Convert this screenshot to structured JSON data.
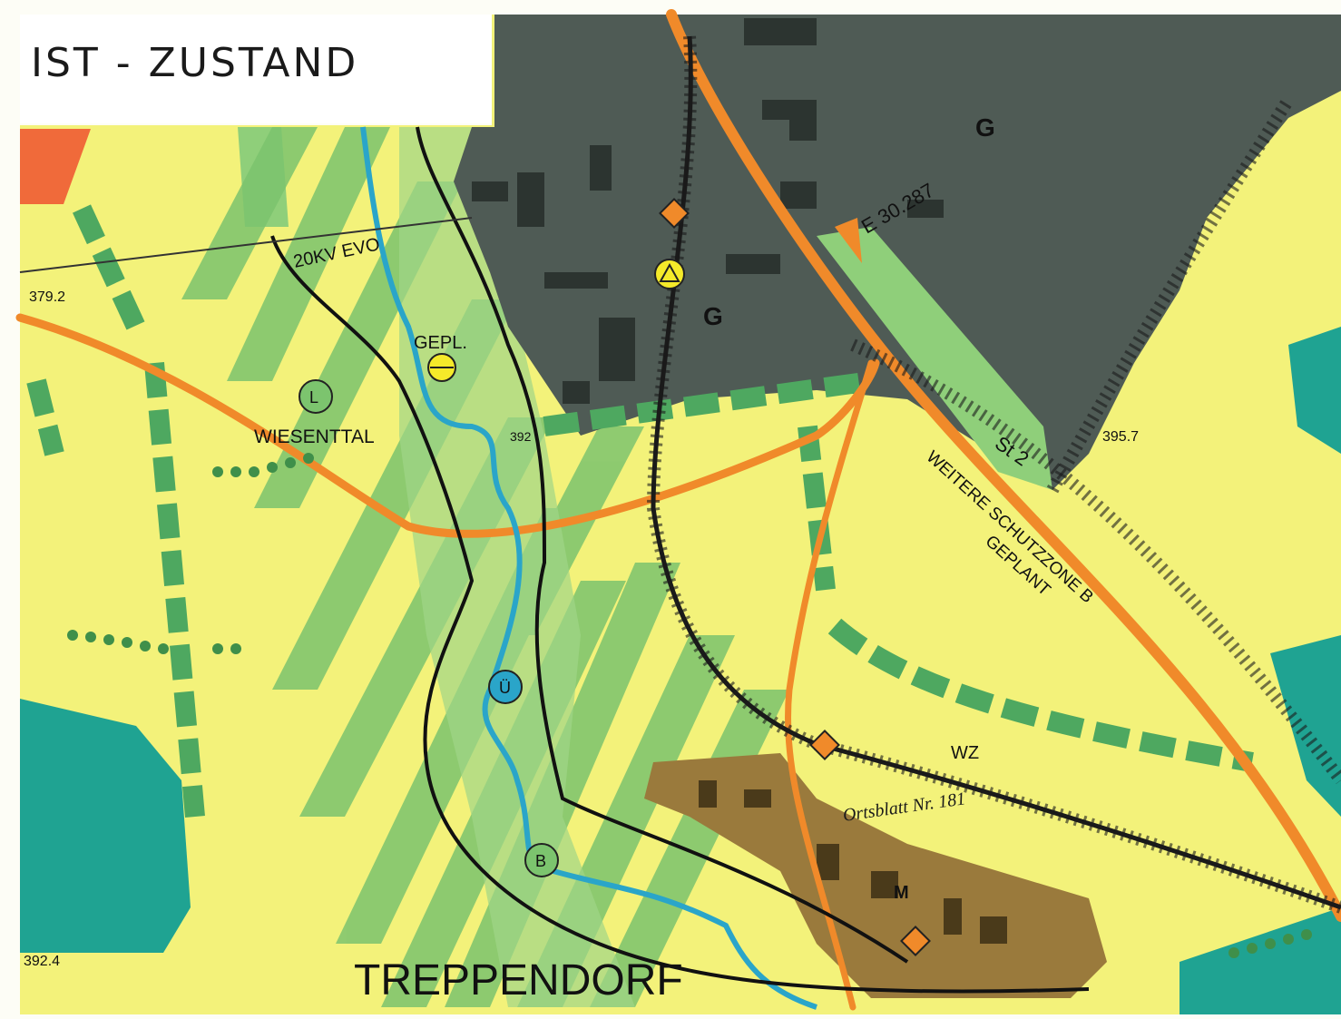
{
  "title": "IST - ZUSTAND",
  "colors": {
    "yellow": "#f3f27a",
    "green_light": "#8fcf7a",
    "green_stripe": "#7cc46e",
    "gray_zone": "#4f5b55",
    "teal": "#1fa392",
    "orange": "#f08a2a",
    "brown": "#9a7a3c",
    "river": "#2aa5c9"
  },
  "labels": {
    "power_line": "20KV EVO",
    "planned": "GEPL.",
    "valley": "WIESENTTAL",
    "road_id": "E 30.287",
    "state_road": "St 2",
    "zone_line1": "WEITERE SCHUTZZONE B",
    "zone_line2": "GEPLANT",
    "wz": "WZ",
    "village": "TREPPENDORF",
    "village_marker": "M",
    "ortsplatt": "Ortsblatt Nr. 181",
    "industrial_g1": "G",
    "industrial_g2": "G",
    "circle_l": "L",
    "circle_u": "Ü",
    "circle_b": "B",
    "elev_1": "379.2",
    "elev_2": "392.4",
    "elev_3": "395.7",
    "elev_4": "392"
  }
}
